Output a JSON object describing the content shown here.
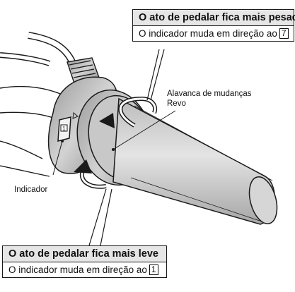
{
  "callout_top": {
    "title": "O ato de pedalar fica mais pesado",
    "text": "O indicador muda em direção ao",
    "number": "7"
  },
  "callout_bottom": {
    "title": "O ato de pedalar fica mais leve",
    "text": "O indicador muda em direção ao",
    "number": "1"
  },
  "labels": {
    "lever_line1": "Alavanca de mudanças",
    "lever_line2": "Revo",
    "indicator": "Indicador",
    "indicator_digit": "1"
  },
  "colors": {
    "line": "#1a1a1a",
    "grip": "#cfcfcf",
    "shade": "#a9a9a9",
    "title_bg": "#e6e6e6"
  },
  "icons": [
    "arrow-curved-up-icon",
    "arrow-curved-down-icon",
    "triangle-marker-icon"
  ]
}
